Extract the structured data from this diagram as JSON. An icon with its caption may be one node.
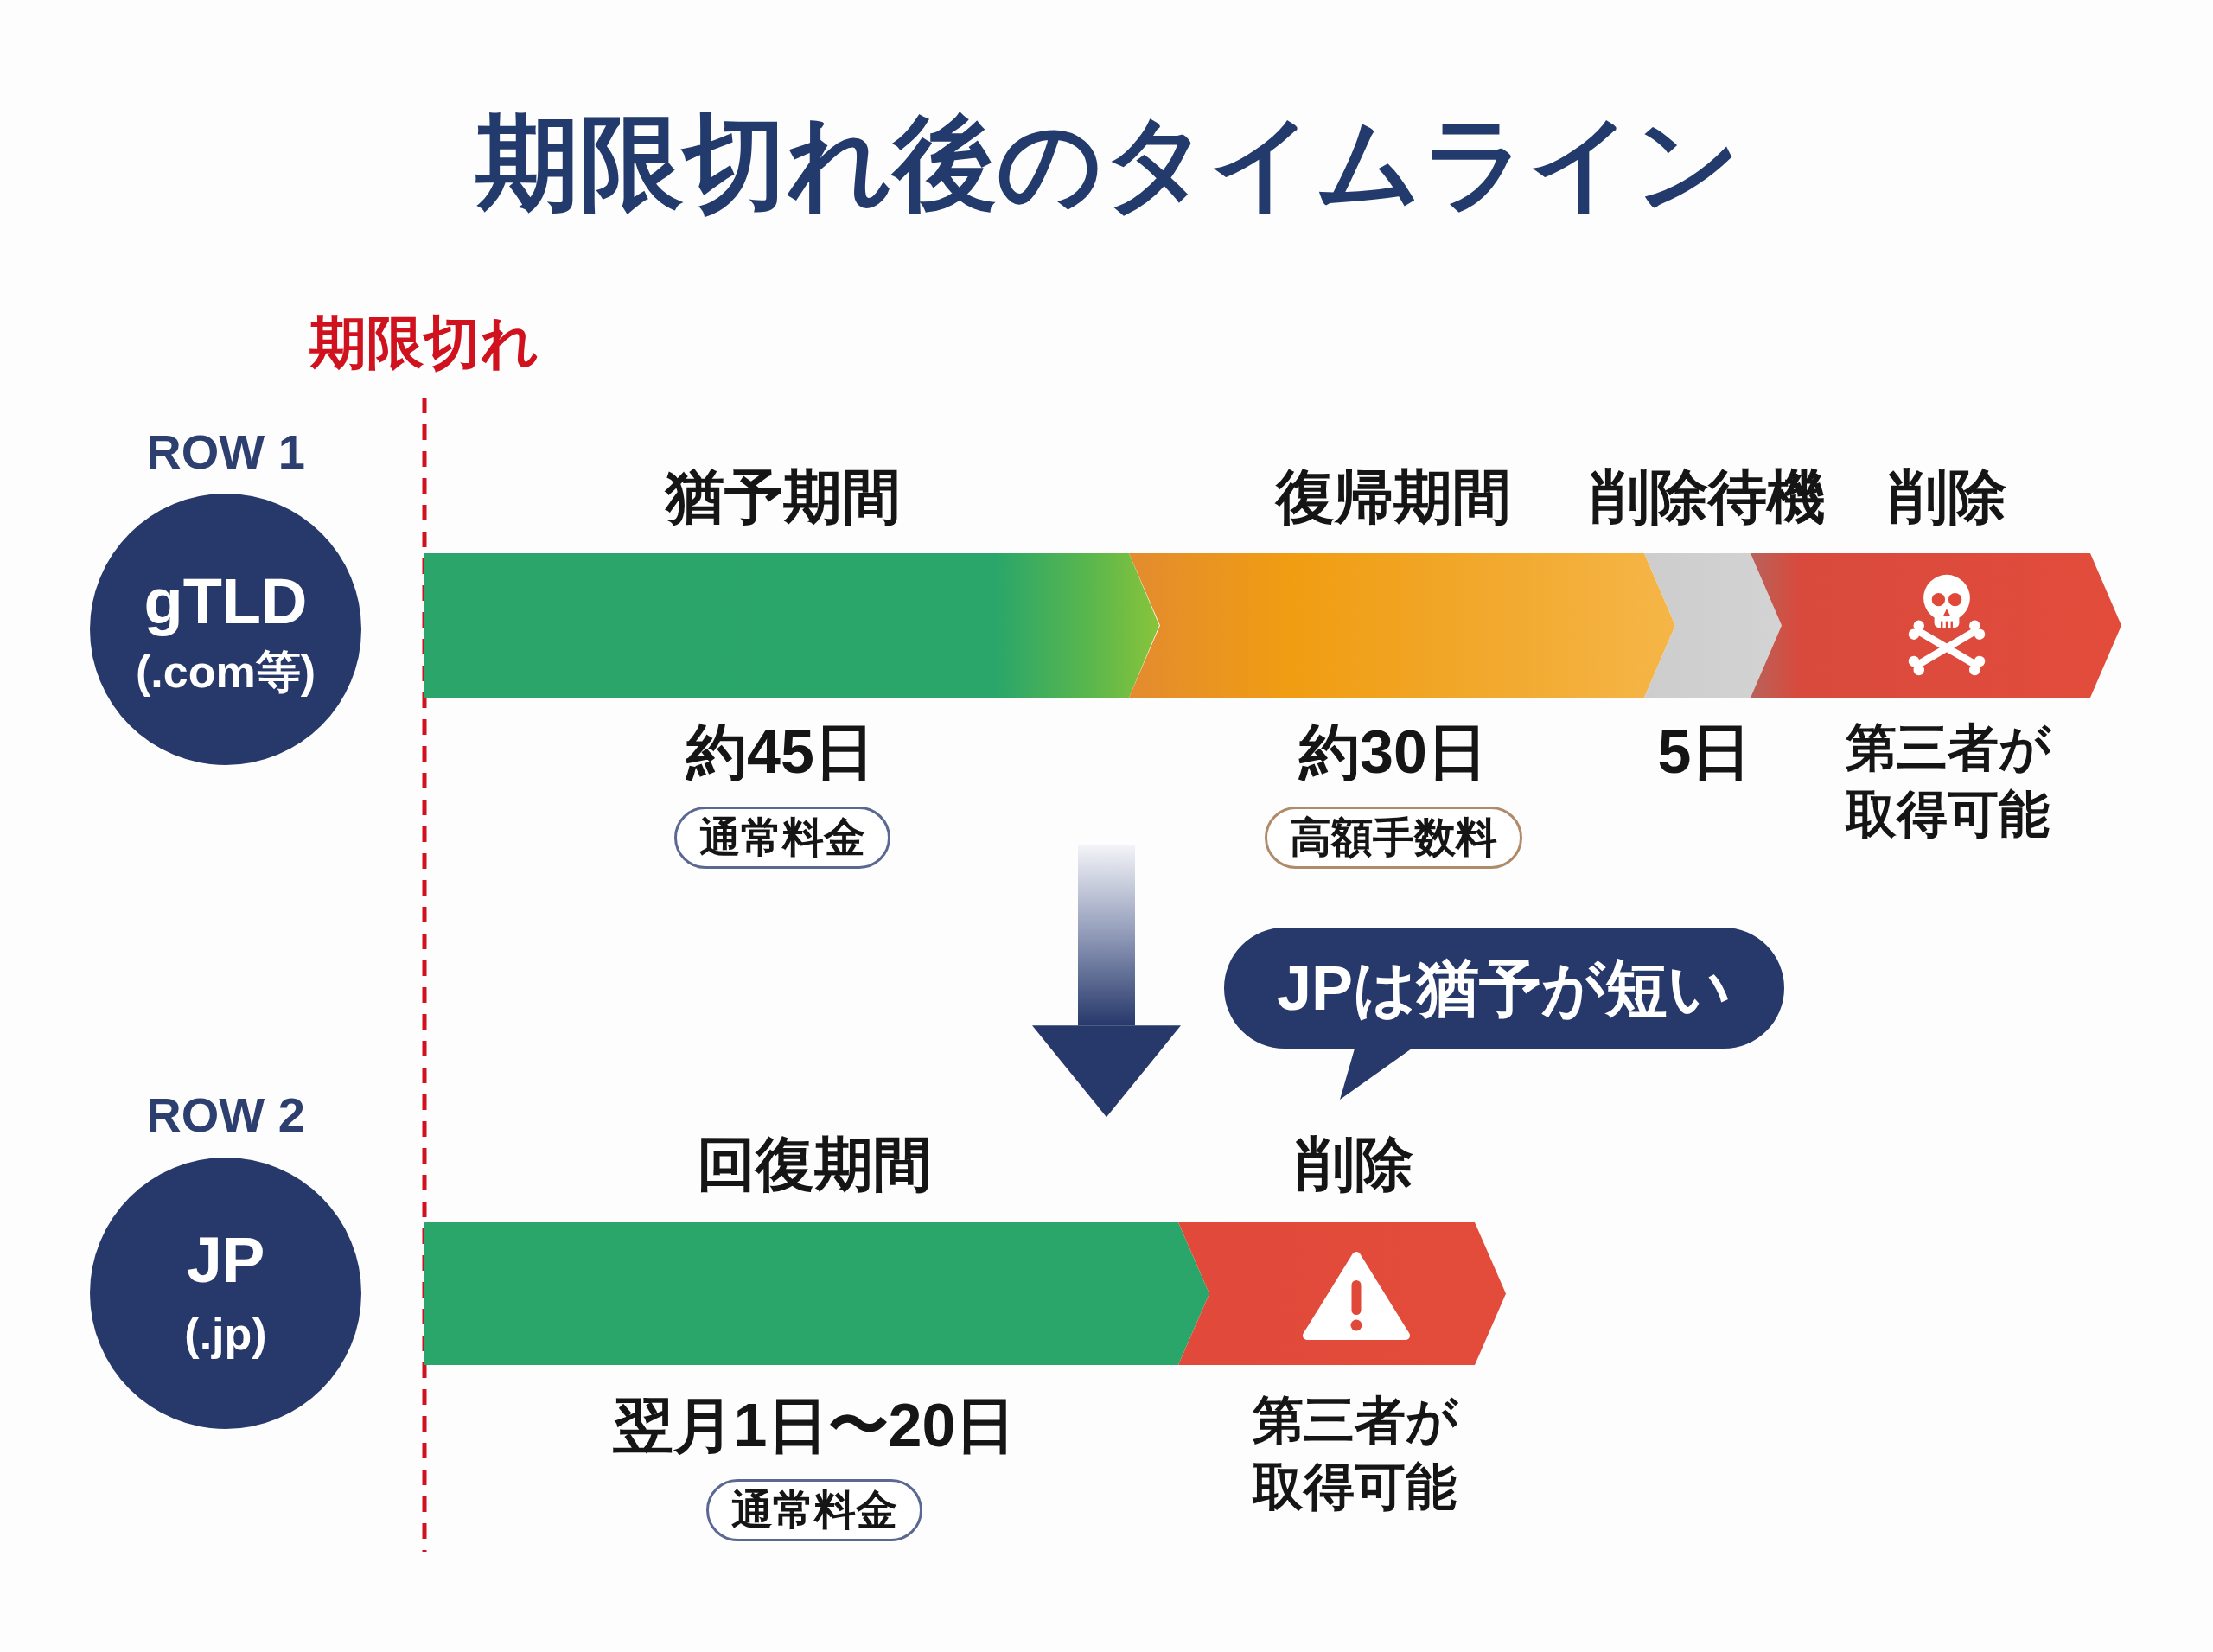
{
  "diagram": {
    "title": "期限切れ後のタイムライン",
    "nodes": [
      {
        "text": [
          "gTLD",
          "(.com等)"
        ],
        "beside": [
          "ROW 1"
        ]
      },
      {
        "text": [
          "猶予期間"
        ],
        "beside": [
          "約45日"
        ]
      },
      {
        "text": [
          "通常料金"
        ]
      },
      {
        "text": [
          "復帰期間"
        ],
        "beside": [
          "約30日"
        ]
      },
      {
        "text": [
          "高額手数料"
        ]
      },
      {
        "text": [
          "削除待機"
        ],
        "beside": [
          "5日"
        ]
      },
      {
        "text": [
          "削除"
        ],
        "beside": [
          "第三者が取得可能"
        ]
      },
      {
        "text": [
          "JPは猶予が短い"
        ]
      },
      {
        "text": [
          "JP",
          "(.jp)"
        ],
        "beside": [
          "ROW 2"
        ]
      },
      {
        "text": [
          "回復期間"
        ],
        "beside": [
          "翌月1日〜20日"
        ]
      },
      {
        "text": [
          "通常料金"
        ]
      },
      {
        "text": [
          "削除"
        ],
        "beside": [
          "第三者が取得可能"
        ]
      }
    ],
    "edges": [
      {
        "from": null,
        "to": 9,
        "arrow": "to"
      }
    ],
    "labels": [
      "期限切れ"
    ]
  }
}
